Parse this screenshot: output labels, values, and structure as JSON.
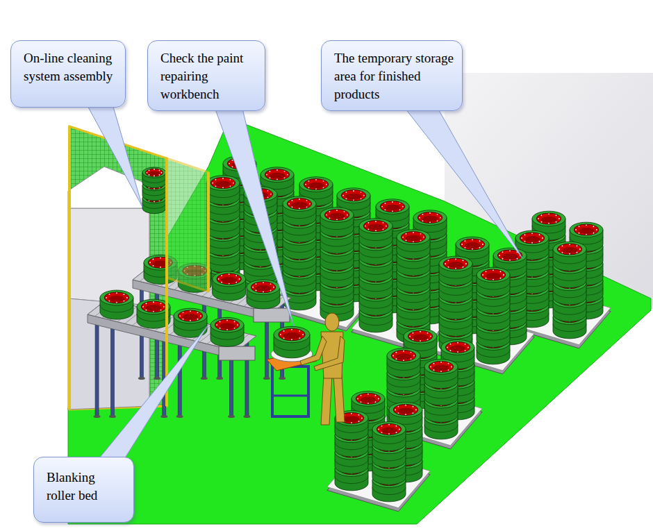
{
  "diagram": {
    "nodes": [
      {
        "text": [
          "On-line cleaning system assembly"
        ]
      },
      {
        "text": [
          "Check the paint repairing workbench"
        ]
      },
      {
        "text": [
          "The temporary storage area for finished products"
        ]
      },
      {
        "text": [
          "Blanking roller bed"
        ]
      }
    ]
  }
}
